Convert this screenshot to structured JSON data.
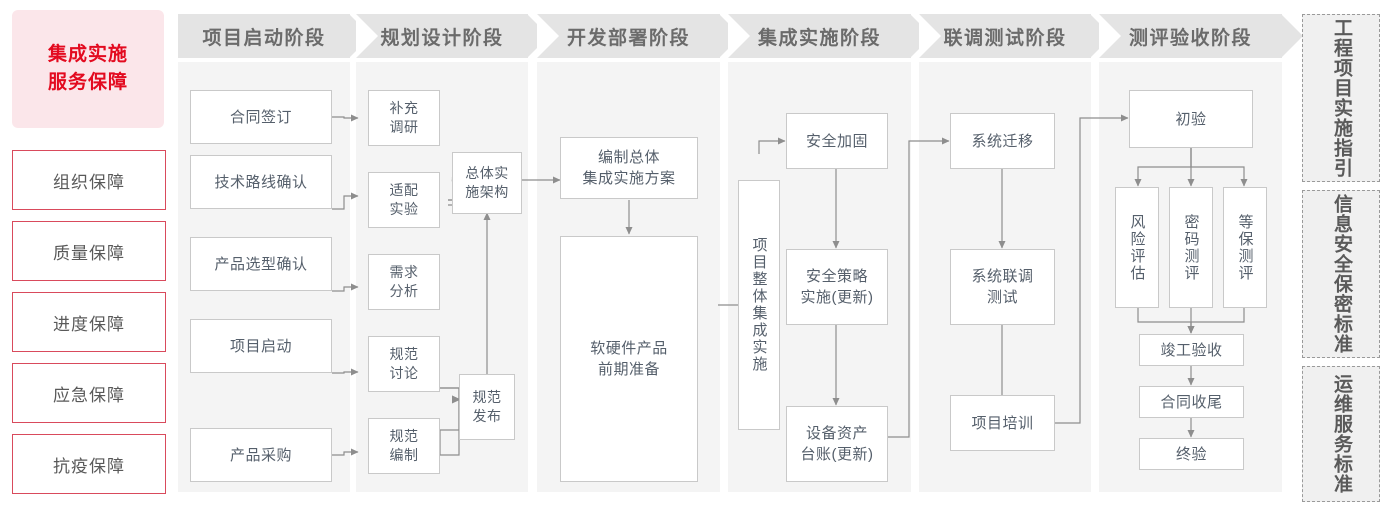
{
  "left_column": {
    "header": "集成实施\n服务保障",
    "header_color": "#e30b20",
    "header_bg": "#fbe6ea",
    "items": [
      {
        "label": "组织保障"
      },
      {
        "label": "质量保障"
      },
      {
        "label": "进度保障"
      },
      {
        "label": "应急保障"
      },
      {
        "label": "抗疫保障"
      }
    ]
  },
  "phases": [
    {
      "title": "项目启动阶段",
      "nodes": [
        {
          "label": "合同签订"
        },
        {
          "label": "技术路线确认"
        },
        {
          "label": "产品选型确认"
        },
        {
          "label": "项目启动"
        },
        {
          "label": "产品采购"
        }
      ]
    },
    {
      "title": "规划设计阶段",
      "nodes": [
        {
          "label": "补充\n调研"
        },
        {
          "label": "适配\n实验"
        },
        {
          "label": "需求\n分析"
        },
        {
          "label": "规范\n讨论"
        },
        {
          "label": "规范\n编制"
        },
        {
          "label": "总体实\n施架构"
        },
        {
          "label": "规范\n发布"
        }
      ]
    },
    {
      "title": "开发部署阶段",
      "nodes": [
        {
          "label": "编制总体\n集成实施方案"
        },
        {
          "label": "软硬件产品\n前期准备"
        }
      ]
    },
    {
      "title": "集成实施阶段",
      "nodes": [
        {
          "label": "项目整体集成实施"
        },
        {
          "label": "安全加固"
        },
        {
          "label": "安全策略\n实施(更新)"
        },
        {
          "label": "设备资产\n台账(更新)"
        }
      ]
    },
    {
      "title": "联调测试阶段",
      "nodes": [
        {
          "label": "系统迁移"
        },
        {
          "label": "系统联调\n测试"
        },
        {
          "label": "项目培训"
        }
      ]
    },
    {
      "title": "测评验收阶段",
      "nodes": [
        {
          "label": "初验"
        },
        {
          "label": "风险评估"
        },
        {
          "label": "密码测评"
        },
        {
          "label": "等保测评"
        },
        {
          "label": "竣工验收"
        },
        {
          "label": "合同收尾"
        },
        {
          "label": "终验"
        }
      ]
    }
  ],
  "standards": [
    {
      "label": "工程项目实施指引"
    },
    {
      "label": "信息安全保密标准"
    },
    {
      "label": "运维服务标准"
    }
  ],
  "colors": {
    "accent_red": "#e30b20",
    "red_border": "#d94a5c",
    "panel_bg": "#f4f4f4",
    "header_bg": "#e4e4e4",
    "node_border": "#c9c9c9",
    "node_text": "#555f6b",
    "wire": "#8e8e8e"
  }
}
